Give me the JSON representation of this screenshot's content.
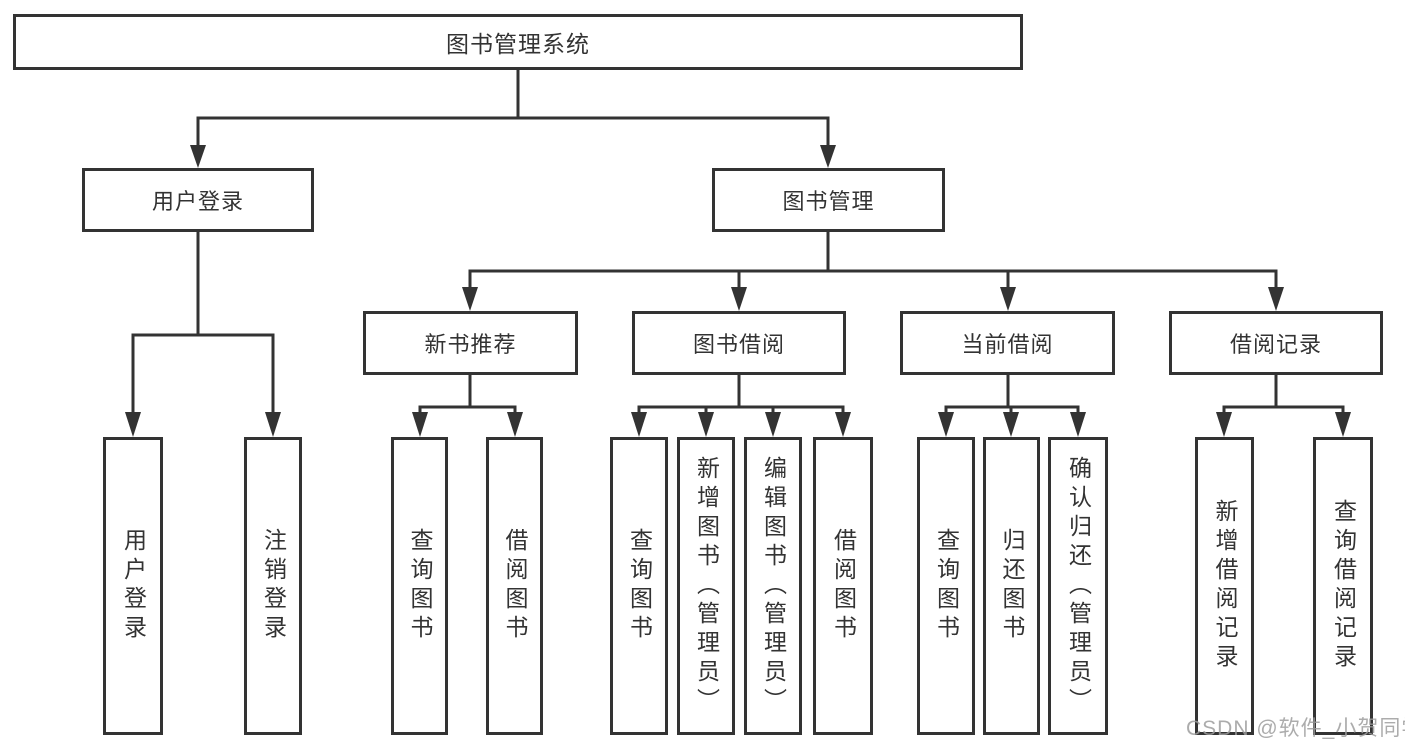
{
  "diagram": {
    "root": {
      "label": "图书管理系统"
    },
    "branches": {
      "user_login": {
        "label": "用户登录",
        "children": {
          "login": {
            "label": "用户登录"
          },
          "logout": {
            "label": "注销登录"
          }
        }
      },
      "book_mgmt": {
        "label": "图书管理",
        "children": {
          "new_book_rec": {
            "label": "新书推荐",
            "children": {
              "query_book": {
                "label": "查询图书"
              },
              "borrow_book": {
                "label": "借阅图书"
              }
            }
          },
          "book_borrow": {
            "label": "图书借阅",
            "children": {
              "query_book": {
                "label": "查询图书"
              },
              "add_book": {
                "label": "新增图书（管理员）"
              },
              "edit_book": {
                "label": "编辑图书（管理员）"
              },
              "borrow_book": {
                "label": "借阅图书"
              }
            }
          },
          "current_borrow": {
            "label": "当前借阅",
            "children": {
              "query_book": {
                "label": "查询图书"
              },
              "return_book": {
                "label": "归还图书"
              },
              "confirm_return": {
                "label": "确认归还（管理员）"
              }
            }
          },
          "borrow_records": {
            "label": "借阅记录",
            "children": {
              "add_record": {
                "label": "新增借阅记录"
              },
              "query_record": {
                "label": "查询借阅记录"
              }
            }
          }
        }
      }
    }
  },
  "watermark": {
    "label": "CSDN @软件_小贺同学",
    "color": "#9e9e9e"
  },
  "colors": {
    "line": "#333333",
    "box_border": "#333333",
    "box_background": "#ffffff",
    "text": "#333333"
  }
}
